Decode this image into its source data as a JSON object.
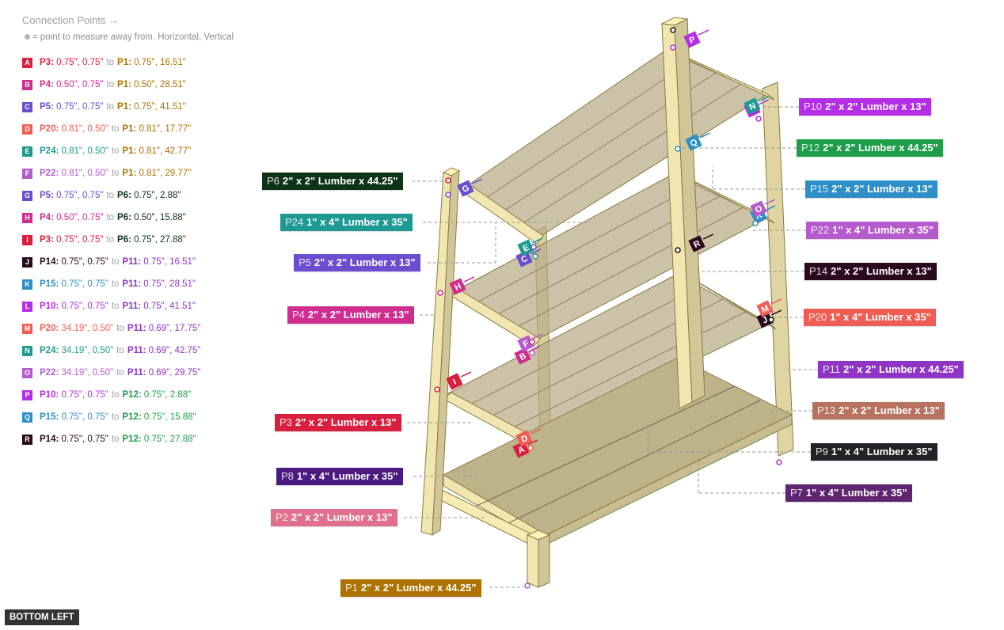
{
  "sidebar": {
    "title": "Connection Points →",
    "note": "= point to measure away from. Horizontal, Vertical",
    "to_word": "to",
    "connections": [
      {
        "letter": "A",
        "color": "#d81f3f",
        "p1": "P3:",
        "c1": "#d81f3f",
        "v1": "0.75\", 0.75\"",
        "p2": "P1:",
        "c2": "#ad7200",
        "v2": "0.75\", 16.51\""
      },
      {
        "letter": "B",
        "color": "#cf2d8f",
        "p1": "P4:",
        "c1": "#cf2d8f",
        "v1": "0.50\", 0.75\"",
        "p2": "P1:",
        "c2": "#ad7200",
        "v2": "0.50\", 28.51\""
      },
      {
        "letter": "C",
        "color": "#6a4ed0",
        "p1": "P5:",
        "c1": "#6a4ed0",
        "v1": "0.75\", 0.75\"",
        "p2": "P1:",
        "c2": "#ad7200",
        "v2": "0.75\", 41.51\""
      },
      {
        "letter": "D",
        "color": "#ef5e55",
        "p1": "P20:",
        "c1": "#ef5e55",
        "v1": "0.81\", 0.50\"",
        "p2": "P1:",
        "c2": "#ad7200",
        "v2": "0.81\", 17.77\""
      },
      {
        "letter": "E",
        "color": "#1f9a92",
        "p1": "P24:",
        "c1": "#1f9a92",
        "v1": "0.81\", 0.50\"",
        "p2": "P1:",
        "c2": "#ad7200",
        "v2": "0.81\", 42.77\""
      },
      {
        "letter": "F",
        "color": "#b45ccc",
        "p1": "P22:",
        "c1": "#b45ccc",
        "v1": "0.81\", 0.50\"",
        "p2": "P1:",
        "c2": "#ad7200",
        "v2": "0.81\", 29.77\""
      },
      {
        "letter": "G",
        "color": "#6a4ed0",
        "p1": "P5:",
        "c1": "#6a4ed0",
        "v1": "0.75\", 0.75\"",
        "p2": "P6:",
        "c2": "#0f3317",
        "v2": "0.75\", 2.88\""
      },
      {
        "letter": "H",
        "color": "#cf2d8f",
        "p1": "P4:",
        "c1": "#cf2d8f",
        "v1": "0.50\", 0.75\"",
        "p2": "P6:",
        "c2": "#0f3317",
        "v2": "0.50\", 15.88\""
      },
      {
        "letter": "I",
        "color": "#d81f3f",
        "p1": "P3:",
        "c1": "#d81f3f",
        "v1": "0.75\", 0.75\"",
        "p2": "P6:",
        "c2": "#0f3317",
        "v2": "0.75\", 27.88\""
      },
      {
        "letter": "J",
        "color": "#2a0a1c",
        "p1": "P14:",
        "c1": "#2a0a1c",
        "v1": "0.75\", 0.75\"",
        "p2": "P11:",
        "c2": "#8e35c4",
        "v2": "0.75\", 16.51\""
      },
      {
        "letter": "K",
        "color": "#2e8ec7",
        "p1": "P15:",
        "c1": "#2e8ec7",
        "v1": "0.75\", 0.75\"",
        "p2": "P11:",
        "c2": "#8e35c4",
        "v2": "0.75\", 28.51\""
      },
      {
        "letter": "L",
        "color": "#b42ee6",
        "p1": "P10:",
        "c1": "#b42ee6",
        "v1": "0.75\", 0.75\"",
        "p2": "P11:",
        "c2": "#8e35c4",
        "v2": "0.75\", 41.51\""
      },
      {
        "letter": "M",
        "color": "#ef5e55",
        "p1": "P20:",
        "c1": "#ef5e55",
        "v1": "34.19\", 0.50\"",
        "p2": "P11:",
        "c2": "#8e35c4",
        "v2": "0.69\", 17.75\""
      },
      {
        "letter": "N",
        "color": "#1f9a92",
        "p1": "P24:",
        "c1": "#1f9a92",
        "v1": "34.19\", 0.50\"",
        "p2": "P11:",
        "c2": "#8e35c4",
        "v2": "0.69\", 42.75\""
      },
      {
        "letter": "O",
        "color": "#b45ccc",
        "p1": "P22:",
        "c1": "#b45ccc",
        "v1": "34.19\", 0.50\"",
        "p2": "P11:",
        "c2": "#8e35c4",
        "v2": "0.69\", 29.75\""
      },
      {
        "letter": "P",
        "color": "#b42ee6",
        "p1": "P10:",
        "c1": "#b42ee6",
        "v1": "0.75\", 0.75\"",
        "p2": "P12:",
        "c2": "#1f9d4a",
        "v2": "0.75\", 2.88\""
      },
      {
        "letter": "Q",
        "color": "#2e8ec7",
        "p1": "P15:",
        "c1": "#2e8ec7",
        "v1": "0.75\", 0.75\"",
        "p2": "P12:",
        "c2": "#1f9d4a",
        "v2": "0.75\", 15.88\""
      },
      {
        "letter": "R",
        "color": "#2a0a1c",
        "p1": "P14:",
        "c1": "#2a0a1c",
        "v1": "0.75\", 0.75\"",
        "p2": "P12:",
        "c2": "#1f9d4a",
        "v2": "0.75\", 27.88\""
      }
    ]
  },
  "parts": [
    {
      "id": "P6",
      "text": "2\" x 2\" Lumber x 44.25\"",
      "color": "#0f3317"
    },
    {
      "id": "P24",
      "text": "1\" x 4\" Lumber  x 35\"",
      "color": "#1f9a92"
    },
    {
      "id": "P5",
      "text": "2\" x 2\" Lumber x 13\"",
      "color": "#6a4ed0"
    },
    {
      "id": "P4",
      "text": "2\" x 2\" Lumber x 13\"",
      "color": "#cf2d8f"
    },
    {
      "id": "P3",
      "text": "2\" x 2\" Lumber x 13\"",
      "color": "#d81f3f"
    },
    {
      "id": "P8",
      "text": "1\" x 4\" Lumber  x 35\"",
      "color": "#4a1a80"
    },
    {
      "id": "P2",
      "text": "2\" x 2\" Lumber x 13\"",
      "color": "#e0708e"
    },
    {
      "id": "P1",
      "text": "2\" x 2\" Lumber x 44.25\"",
      "color": "#ad7200"
    },
    {
      "id": "P10",
      "text": "2\" x 2\" Lumber x 13\"",
      "color": "#b42ee6"
    },
    {
      "id": "P12",
      "text": "2\" x 2\" Lumber x 44.25\"",
      "color": "#1f9d4a"
    },
    {
      "id": "P15",
      "text": "2\" x 2\" Lumber x 13\"",
      "color": "#2e8ec7"
    },
    {
      "id": "P22",
      "text": "1\" x 4\" Lumber  x 35\"",
      "color": "#b45ccc"
    },
    {
      "id": "P14",
      "text": "2\" x 2\" Lumber x 13\"",
      "color": "#2a0a1c"
    },
    {
      "id": "P20",
      "text": "1\" x 4\" Lumber  x 35\"",
      "color": "#ef5e55"
    },
    {
      "id": "P11",
      "text": "2\" x 2\" Lumber x 44.25\"",
      "color": "#8e35c4"
    },
    {
      "id": "P13",
      "text": "2\" x 2\" Lumber x 13\"",
      "color": "#b87260"
    },
    {
      "id": "P9",
      "text": "1\" x 4\" Lumber  x 35\"",
      "color": "#222227"
    },
    {
      "id": "P7",
      "text": "1\" x 4\" Lumber  x 35\"",
      "color": "#5e2570"
    }
  ],
  "view_button": "BOTTOM LEFT",
  "colors": {
    "wood": "#f2e6b0",
    "wood_edge": "#8a7a45",
    "shelf": "#b9ad8a"
  }
}
